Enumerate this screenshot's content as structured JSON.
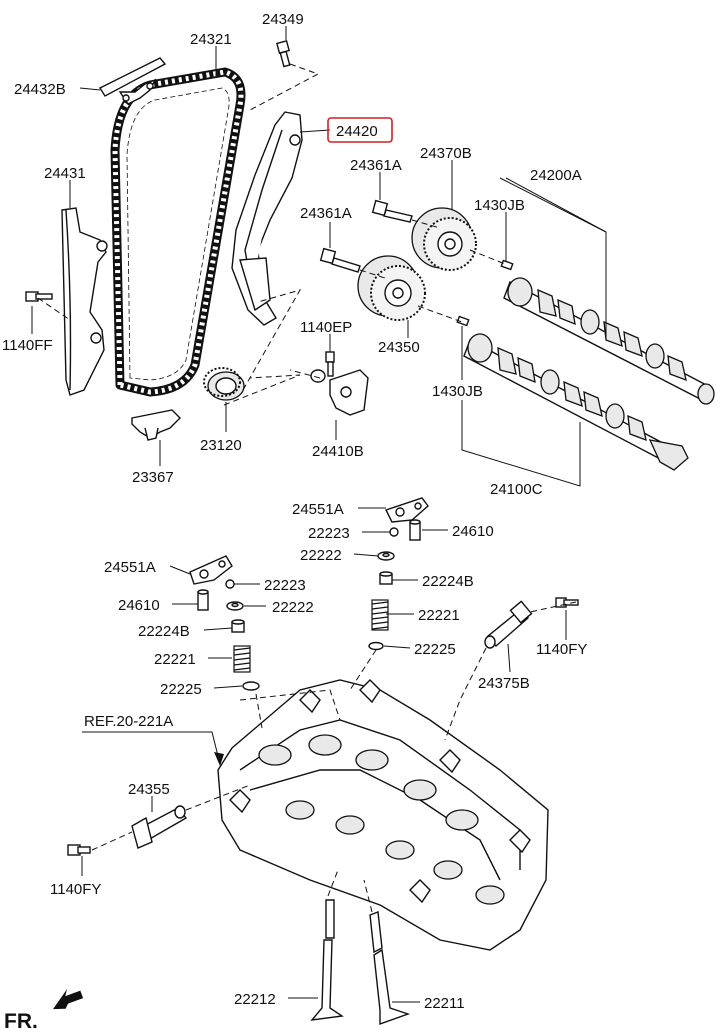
{
  "diagram": {
    "highlight_color": "#cc2222",
    "direction_label": "FR.",
    "ref_label": "REF.20-221A",
    "parts": {
      "p24349": "24349",
      "p24321": "24321",
      "p24432B": "24432B",
      "p24420": "24420",
      "p24431": "24431",
      "p24370B": "24370B",
      "p24361A_1": "24361A",
      "p24200A": "24200A",
      "p24361A_2": "24361A",
      "p1430JB_1": "1430JB",
      "p1140FF": "1140FF",
      "p1140EP": "1140EP",
      "p24350": "24350",
      "p1430JB_2": "1430JB",
      "p23120": "23120",
      "p24410B": "24410B",
      "p23367": "23367",
      "p24100C": "24100C",
      "p24551A_1": "24551A",
      "p22223_1": "22223",
      "p24610_1": "24610",
      "p22222_1": "22222",
      "p24551A_2": "24551A",
      "p22224B_1": "22224B",
      "p22223_2": "22223",
      "p24610_2": "24610",
      "p22222_2": "22222",
      "p22221_1": "22221",
      "p22224B_2": "22224B",
      "p22225_1": "22225",
      "p1140FY_1": "1140FY",
      "p22221_2": "22221",
      "p24375B": "24375B",
      "p22225_2": "22225",
      "p24355": "24355",
      "p1140FY_2": "1140FY",
      "p22212": "22212",
      "p22211": "22211"
    }
  }
}
